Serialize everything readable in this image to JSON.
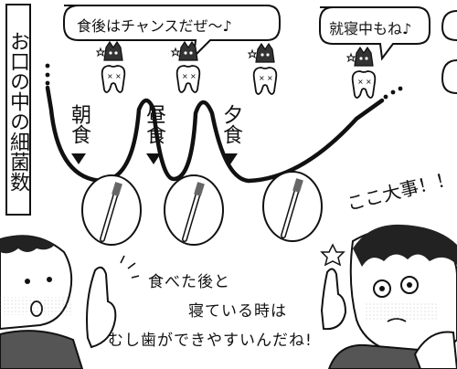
{
  "vertical_label": "お口の中の細菌数",
  "bubbles": {
    "left": "食後はチャンスだぜ〜♪",
    "right": "就寝中もね♪"
  },
  "meals": {
    "breakfast": "朝食",
    "lunch": "昼食",
    "dinner": "夕食"
  },
  "annotation": "ここ大事！！",
  "caption": {
    "line1": "食べた後と",
    "line2": "寝ている時は",
    "line3": "むし歯ができやすいんだね!"
  },
  "partial_bubble_chars": [
    "(",
    "("
  ]
}
